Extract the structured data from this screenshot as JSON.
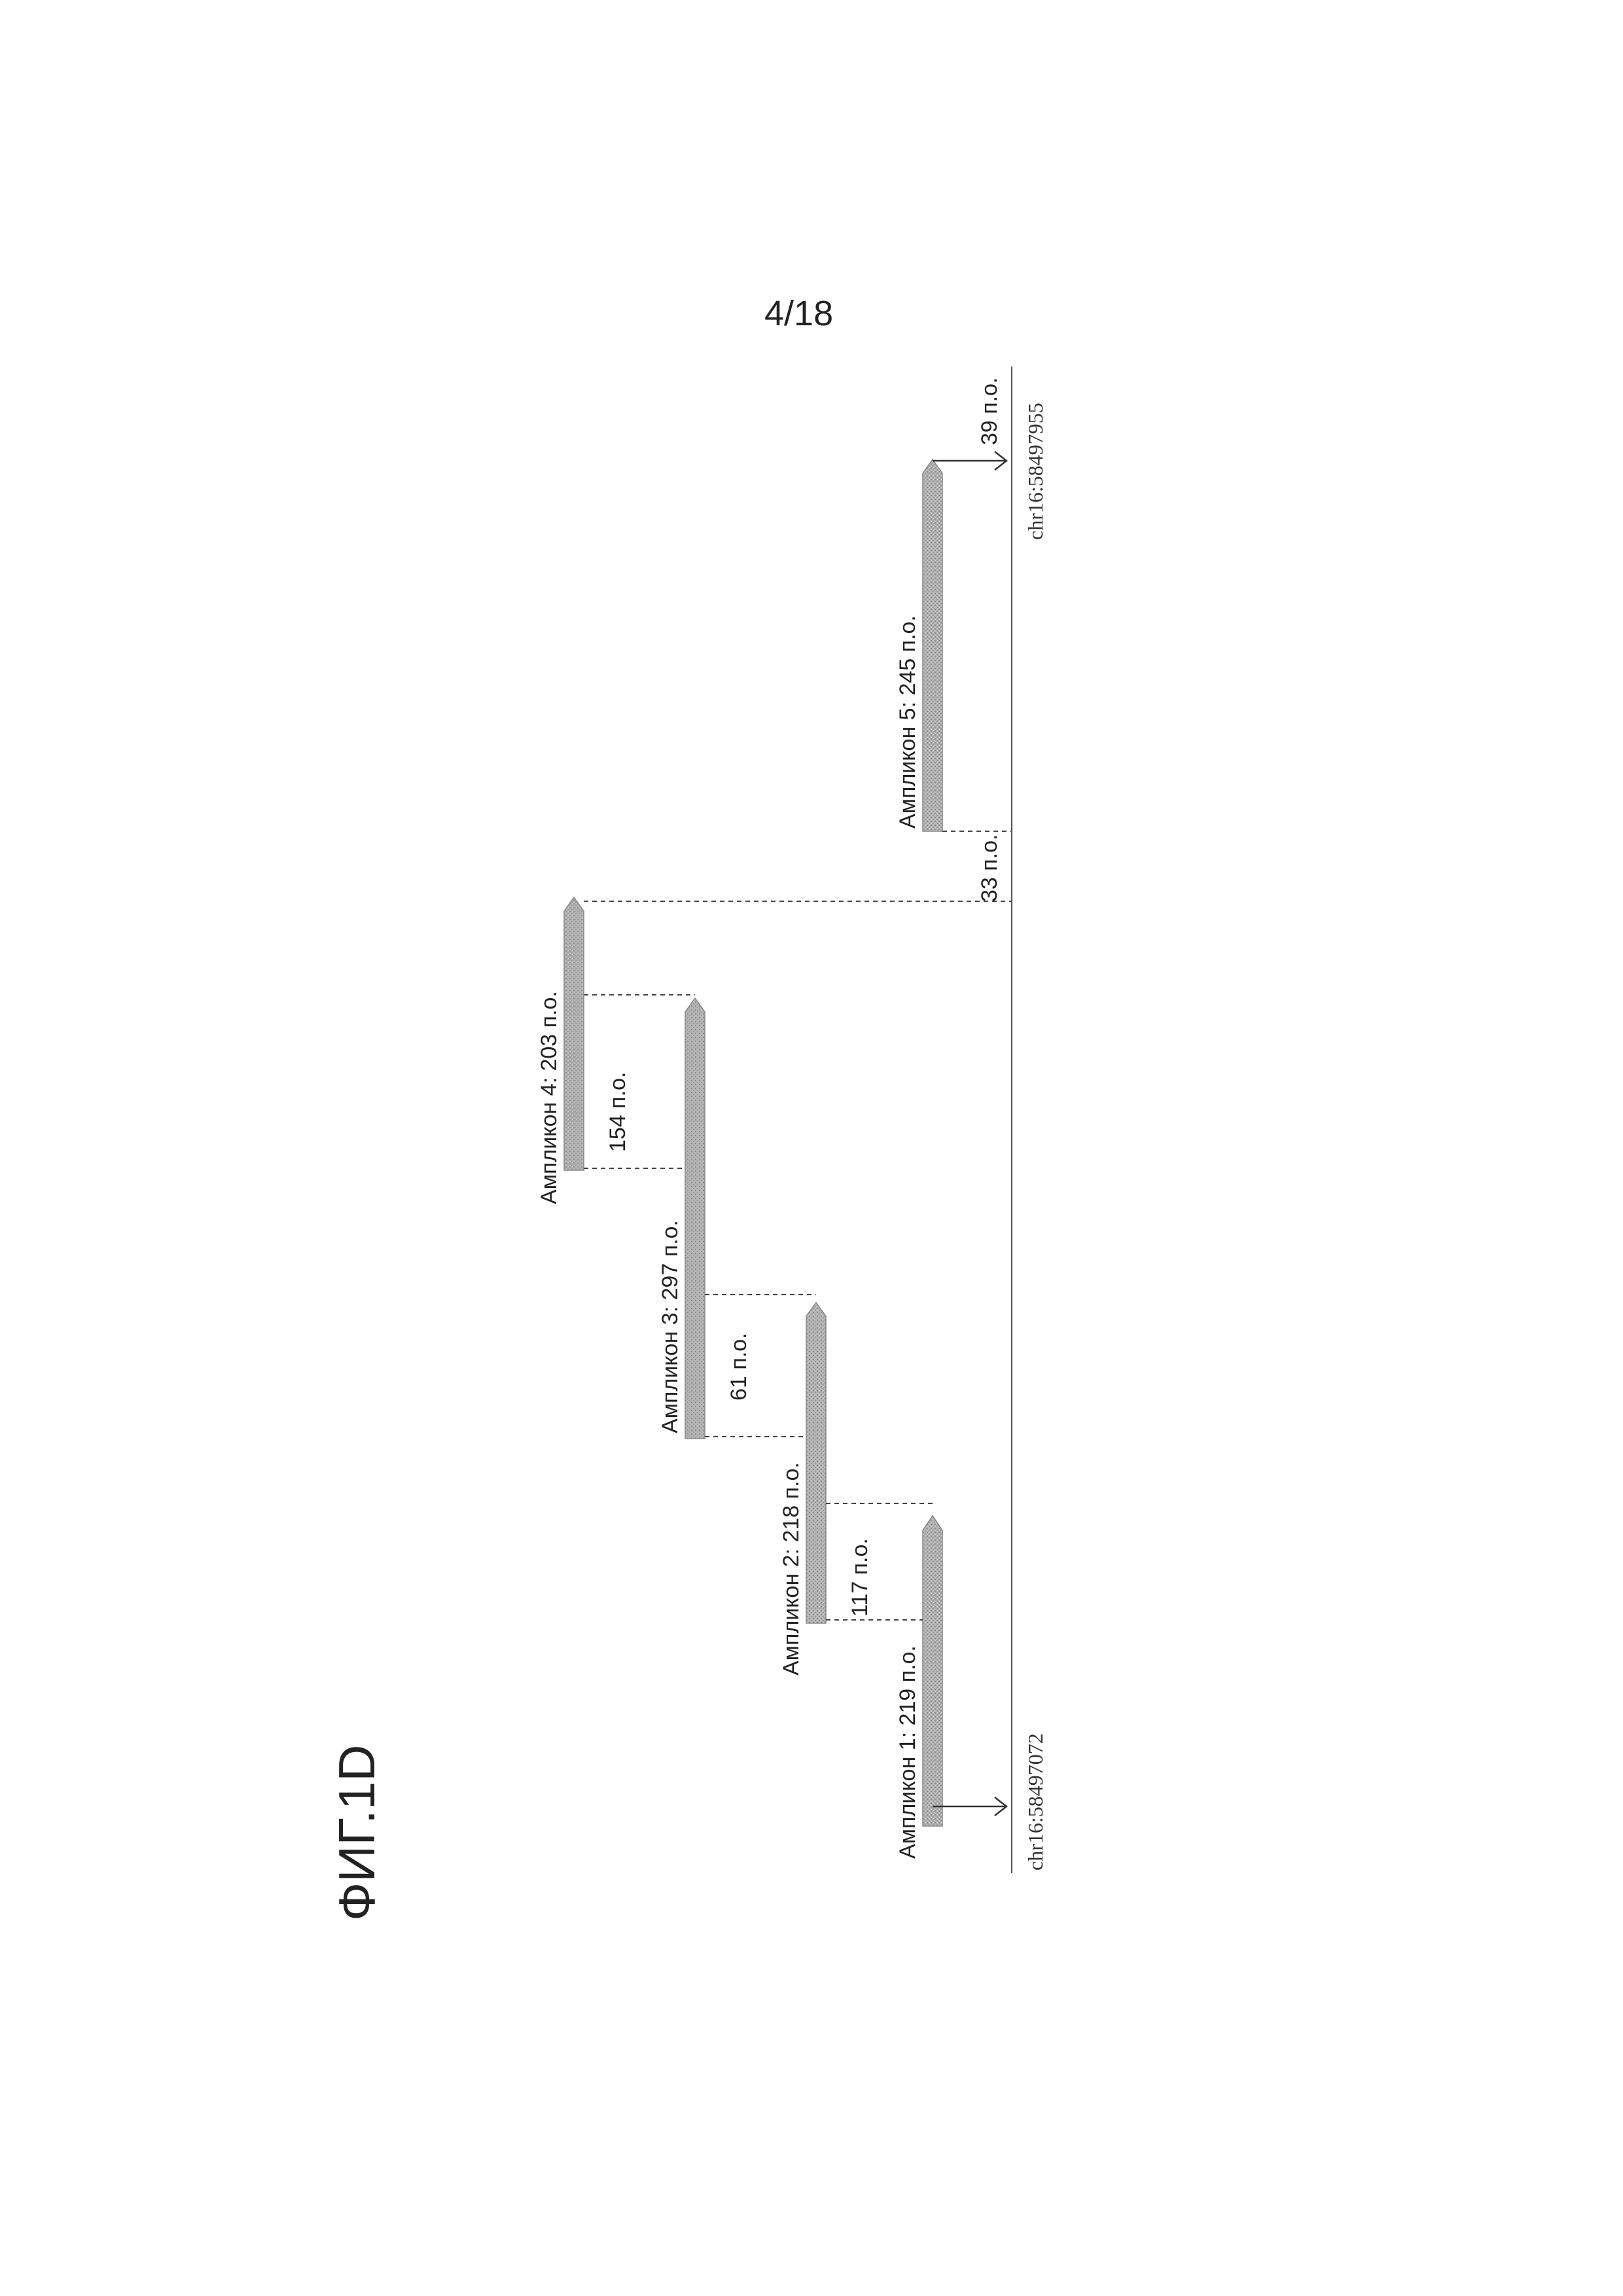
{
  "page_number": "4/18",
  "figure_label": "ФИГ.1D",
  "amplicons": [
    {
      "label": "Ампликон 1: 219 п.о."
    },
    {
      "label": "Ампликон 2: 218 п.о."
    },
    {
      "label": "Ампликон 3: 297 п.о."
    },
    {
      "label": "Ампликон 4: 203 п.о."
    },
    {
      "label": "Ампликон 5: 245 п.о."
    }
  ],
  "overlaps": [
    {
      "label": "117 п.о."
    },
    {
      "label": "61 п.о."
    },
    {
      "label": "154 п.о."
    }
  ],
  "gap_label": "33 п.о.",
  "end_offset_label": "39 п.о.",
  "start_coordinate": "chr16:58497072",
  "end_coordinate": "chr16:58497955",
  "colors": {
    "amplicon_fill": "#a8a8a8",
    "line": "#444444"
  }
}
